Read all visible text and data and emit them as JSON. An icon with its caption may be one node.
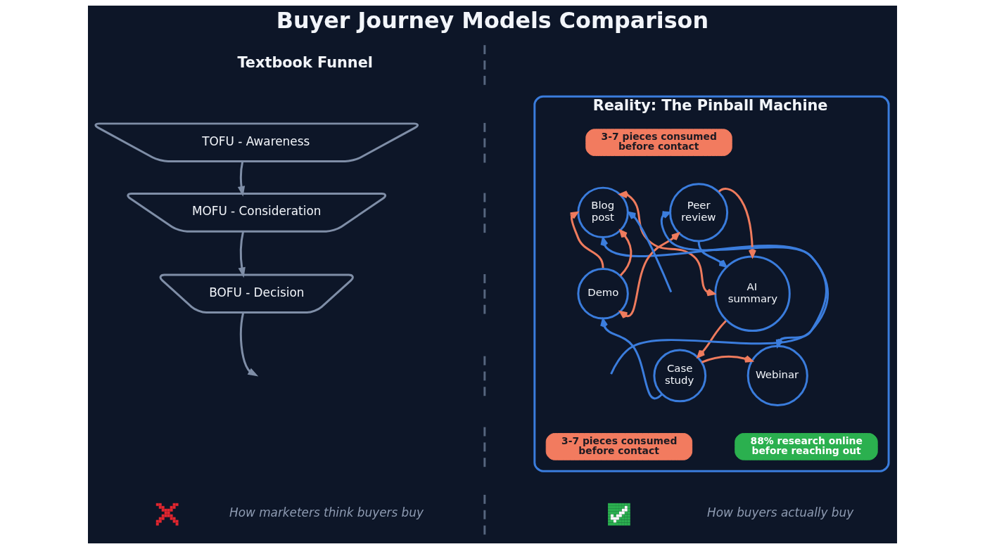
{
  "diagram": {
    "title": "Buyer Journey Models Comparison",
    "nodes": [
      {
        "text": [
          "TOFU - Awareness"
        ]
      },
      {
        "text": [
          "MOFU - Consideration"
        ]
      },
      {
        "text": [
          "BOFU - Decision"
        ]
      },
      {
        "text": [
          "Reality: The Pinball Machine"
        ]
      },
      {
        "text": [
          "3-7 pieces consumed before contact"
        ],
        "in": 3
      },
      {
        "text": [
          "Blog post"
        ],
        "in": 3
      },
      {
        "text": [
          "Peer review"
        ],
        "in": 3
      },
      {
        "text": [
          "AI summary"
        ],
        "in": 3
      },
      {
        "text": [
          "Demo"
        ],
        "in": 3
      },
      {
        "text": [
          "Case study"
        ],
        "in": 3
      },
      {
        "text": [
          "Webinar"
        ],
        "in": 3
      },
      {
        "text": [
          "3-7 pieces consumed before contact"
        ],
        "in": 3
      },
      {
        "text": [
          "88% research online before reaching out"
        ],
        "in": 3
      }
    ],
    "edges": [
      {
        "from": 0,
        "to": 1,
        "arrow": "to",
        "color": "#7f8ea7"
      },
      {
        "from": 1,
        "to": 2,
        "arrow": "to",
        "color": "#7f8ea7"
      },
      {
        "from": 2,
        "to": null,
        "arrow": "to",
        "color": "#7f8ea7"
      },
      {
        "from": 8,
        "to": 5,
        "arrow": "to",
        "color": "#ef7b5d"
      },
      {
        "from": 8,
        "to": 5,
        "arrow": "to",
        "color": "#ef7b5d"
      },
      {
        "from": null,
        "to": 5,
        "arrow": "to",
        "color": "#3b7ddd"
      },
      {
        "from": 5,
        "to": 7,
        "arrow": "both",
        "color": "#ef7b5d"
      },
      {
        "from": 5,
        "to": 10,
        "arrow": "both",
        "color": "#3b7ddd"
      },
      {
        "from": null,
        "to": 6,
        "arrow": "to",
        "color": "#3b7ddd"
      },
      {
        "from": 6,
        "to": 7,
        "arrow": "to",
        "color": "#ef7b5d"
      },
      {
        "from": 6,
        "to": 7,
        "arrow": "to",
        "color": "#3b7ddd"
      },
      {
        "from": 8,
        "to": 6,
        "arrow": "both",
        "color": "#ef7b5d"
      },
      {
        "from": 7,
        "to": 9,
        "arrow": "to",
        "color": "#ef7b5d"
      },
      {
        "from": 9,
        "to": 8,
        "arrow": "to",
        "color": "#3b7ddd"
      },
      {
        "from": 9,
        "to": 10,
        "arrow": "to",
        "color": "#ef7b5d"
      }
    ],
    "labels": [
      "Textbook Funnel",
      "How marketers think buyers buy",
      "How buyers actually buy"
    ]
  }
}
